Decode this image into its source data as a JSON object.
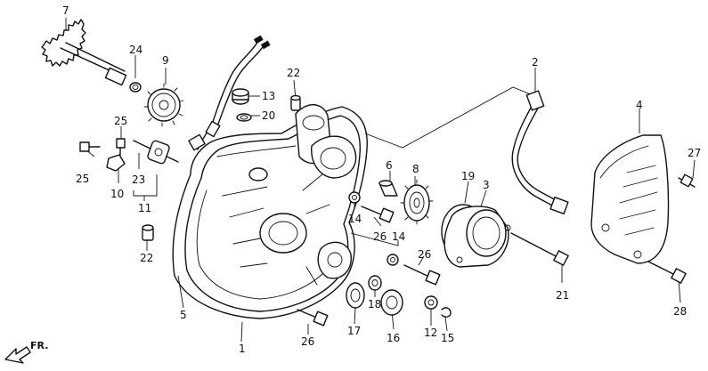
{
  "callouts": [
    {
      "id": "c7",
      "text": "7"
    },
    {
      "id": "c24",
      "text": "24"
    },
    {
      "id": "c9",
      "text": "9"
    },
    {
      "id": "c22a",
      "text": "22"
    },
    {
      "id": "c13",
      "text": "13"
    },
    {
      "id": "c20",
      "text": "20"
    },
    {
      "id": "c2",
      "text": "2"
    },
    {
      "id": "c4",
      "text": "4"
    },
    {
      "id": "c25a",
      "text": "25"
    },
    {
      "id": "c25b",
      "text": "25"
    },
    {
      "id": "c10",
      "text": "10"
    },
    {
      "id": "c23",
      "text": "23"
    },
    {
      "id": "c11",
      "text": "11"
    },
    {
      "id": "c6",
      "text": "6"
    },
    {
      "id": "c8",
      "text": "8"
    },
    {
      "id": "c19",
      "text": "19"
    },
    {
      "id": "c3",
      "text": "3"
    },
    {
      "id": "c27",
      "text": "27"
    },
    {
      "id": "c14a",
      "text": "14"
    },
    {
      "id": "c26a",
      "text": "26"
    },
    {
      "id": "c14b",
      "text": "14"
    },
    {
      "id": "c26b",
      "text": "26"
    },
    {
      "id": "c22b",
      "text": "22"
    },
    {
      "id": "c21",
      "text": "21"
    },
    {
      "id": "c28",
      "text": "28"
    },
    {
      "id": "c5",
      "text": "5"
    },
    {
      "id": "c1",
      "text": "1"
    },
    {
      "id": "c26c",
      "text": "26"
    },
    {
      "id": "c17",
      "text": "17"
    },
    {
      "id": "c18",
      "text": "18"
    },
    {
      "id": "c16",
      "text": "16"
    },
    {
      "id": "c12",
      "text": "12"
    },
    {
      "id": "c15",
      "text": "15"
    }
  ],
  "direction_label": "FR.",
  "colors": {
    "ink": "#111111",
    "paper": "#ffffff"
  }
}
